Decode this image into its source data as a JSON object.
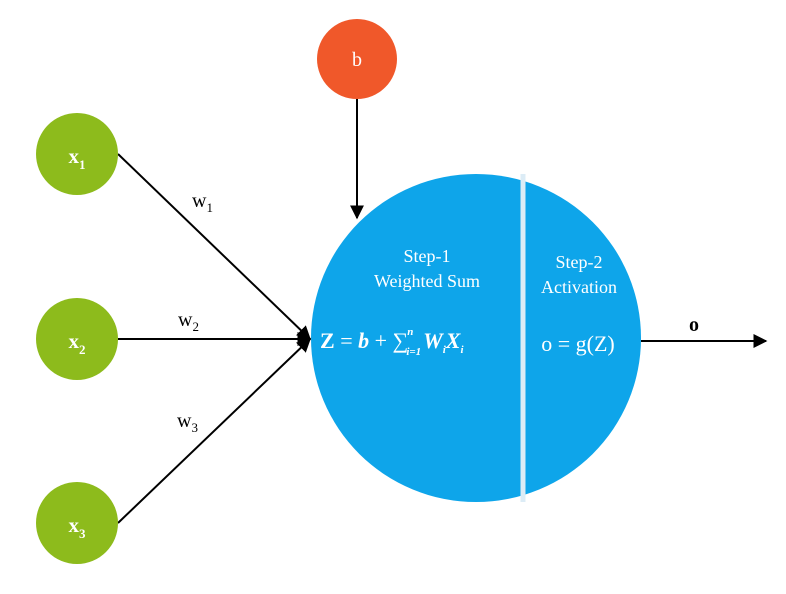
{
  "colors": {
    "input_node": "#8dbb1c",
    "bias_node": "#f0582a",
    "neuron": "#0ea5ea",
    "divider": "#dcecf6",
    "line": "#000000"
  },
  "inputs": [
    {
      "base": "x",
      "sub": "1"
    },
    {
      "base": "x",
      "sub": "2"
    },
    {
      "base": "x",
      "sub": "3"
    }
  ],
  "weights": [
    {
      "base": "w",
      "sub": "1"
    },
    {
      "base": "w",
      "sub": "2"
    },
    {
      "base": "w",
      "sub": "3"
    }
  ],
  "bias": {
    "label": "b"
  },
  "neuron": {
    "step1": {
      "line1": "Step-1",
      "line2": "Weighted Sum"
    },
    "step2": {
      "line1": "Step-2",
      "line2": "Activation"
    },
    "formula1": {
      "z": "Z",
      "eq": " = ",
      "b": "b",
      "plus": " + ",
      "sum": "∑",
      "upper": "n",
      "lower": "i=1",
      "w": "W",
      "w_sub": "i",
      "x": "X",
      "x_sub": "i"
    },
    "formula2": "o = g(Z)"
  },
  "output": {
    "label": "o"
  }
}
